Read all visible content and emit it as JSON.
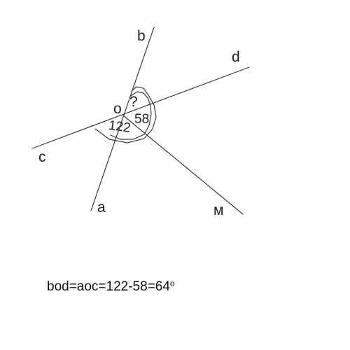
{
  "diagram": {
    "stroke_color": "#3a3a3a",
    "text_color": "#222222",
    "labels": {
      "b": "b",
      "d": "d",
      "c": "c",
      "a": "a",
      "m": "м",
      "o": "o"
    },
    "angles": {
      "unknown": "?",
      "angle_58": "58",
      "angle_122": "122"
    }
  },
  "equation": {
    "text": "bod=aoc=122-58=64",
    "degree": "o"
  }
}
